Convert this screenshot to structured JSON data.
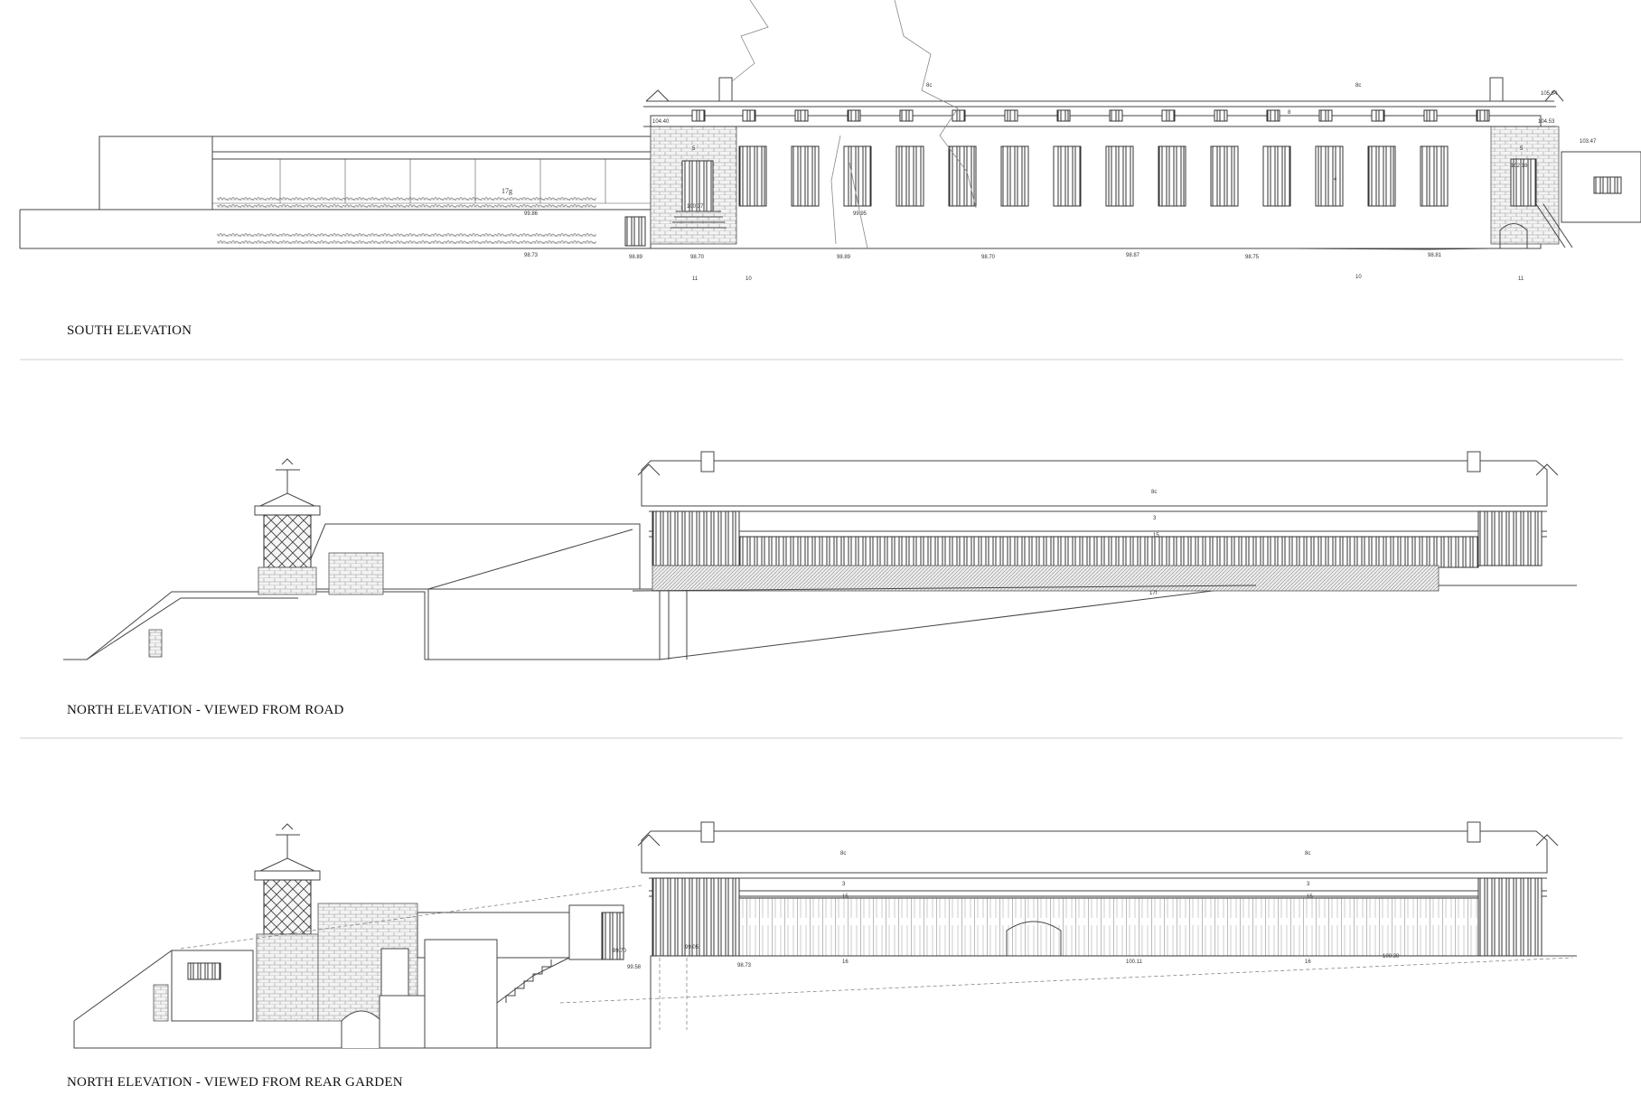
{
  "elevations": [
    {
      "title": "SOUTH ELEVATION",
      "levels": {
        "ridge_left": "8c",
        "ridge_right": "8c",
        "eaves_mid": "8",
        "right_top": "105.84",
        "left_eaves": "104.40",
        "right_eaves": "104.53",
        "far_right": "103.47",
        "door_left": "100.37",
        "door_right": "102.18",
        "left_mark": "99.86",
        "centre_mark": "99.95",
        "ground_1": "98.73",
        "ground_2": "98.89",
        "ground_3": "98.70",
        "ground_4": "98.89",
        "ground_5": "98.70",
        "ground_6": "98.87",
        "ground_7": "98.75",
        "ground_8": "98.81"
      },
      "tags": {
        "link": "17g",
        "bay_left": "5",
        "bay_right": "5",
        "wall_mid": "4",
        "foot_a": "11",
        "foot_b": "10",
        "foot_c": "10",
        "foot_d": "11"
      }
    },
    {
      "title": "NORTH ELEVATION - VIEWED FROM ROAD",
      "tags": {
        "roof": "8c",
        "band_upper": "3",
        "band_lower": "15",
        "base": "17f"
      }
    },
    {
      "title": "NORTH ELEVATION - VIEWED FROM REAR GARDEN",
      "tags": {
        "roof_left": "8c",
        "roof_right": "8c",
        "band_left": "3",
        "band_right": "3",
        "lower_left": "15",
        "lower_right": "15",
        "base_left": "16",
        "base_right": "16"
      },
      "levels": {
        "door": "99.70",
        "step": "99.58",
        "a": "99.05",
        "b": "98.73",
        "mid": "100.11",
        "right": "100.30"
      }
    }
  ],
  "colors": {
    "line": "#444444",
    "background": "#ffffff",
    "separator": "#cfcfcf"
  }
}
